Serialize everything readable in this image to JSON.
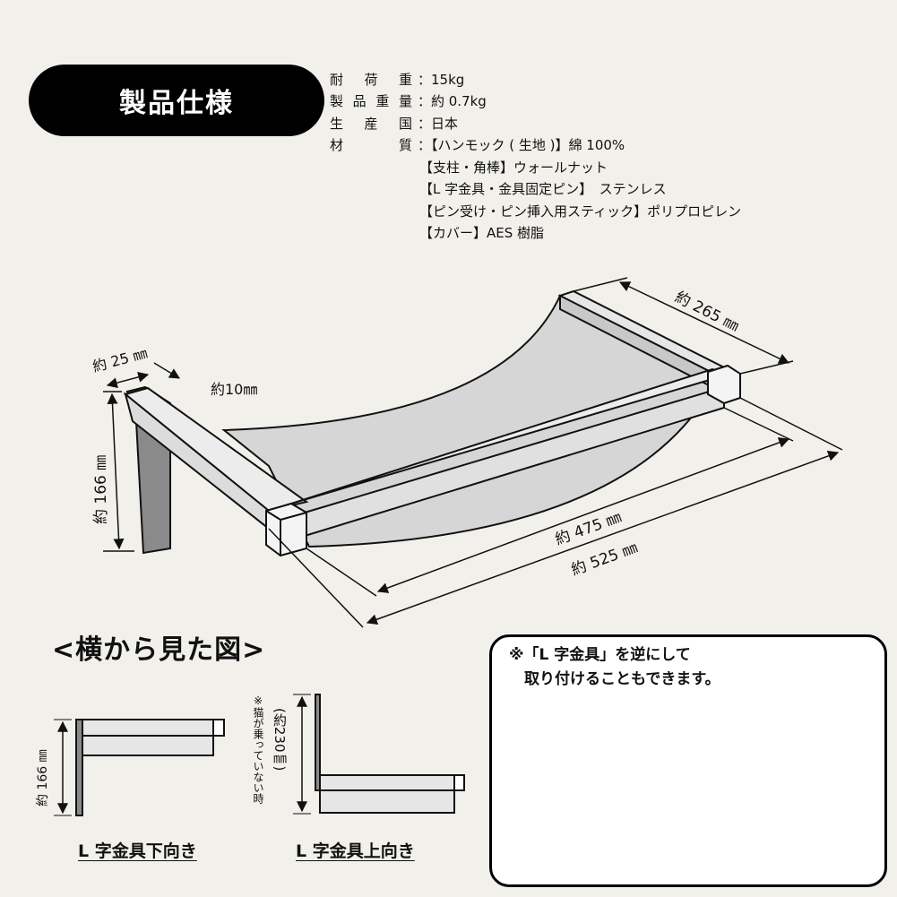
{
  "title": "製品仕様",
  "specs": [
    {
      "label": "耐荷重",
      "value": "：15kg"
    },
    {
      "label": "製品重量",
      "value": "：約 0.7kg"
    },
    {
      "label": "生産国",
      "value": "：日本"
    },
    {
      "label": "材質",
      "value": "：【ハンモック ( 生地 )】綿 100%"
    }
  ],
  "materials": [
    "【支柱・角棒】ウォールナット",
    "【L 字金具・金具固定ピン】　ステンレス",
    "【ピン受け・ピン挿入用スティック】ポリプロピレン",
    "【カバー】AES 樹脂"
  ],
  "dimensions": {
    "width_bracket": "約 25 ㎜",
    "thickness": "約10㎜",
    "height": "約 166 ㎜",
    "depth": "約 265 ㎜",
    "inner_length": "約 475 ㎜",
    "total_length": "約 525 ㎜"
  },
  "side_view": {
    "title": "<横から見た図>",
    "down_height": "約 166 ㎜",
    "down_caption": "L 字金具下向き",
    "up_height": "(約230㎜)",
    "up_note": "※猫が乗っていない時",
    "up_caption": "L 字金具上向き"
  },
  "inset": {
    "note": "※「L 字金具」を逆にして\n　取り付けることもできます。"
  },
  "colors": {
    "background": "#f2f0eb",
    "bracket": "#8a8a8a",
    "wood": "#e6e6e6",
    "fabric": "#d6d6d6"
  }
}
